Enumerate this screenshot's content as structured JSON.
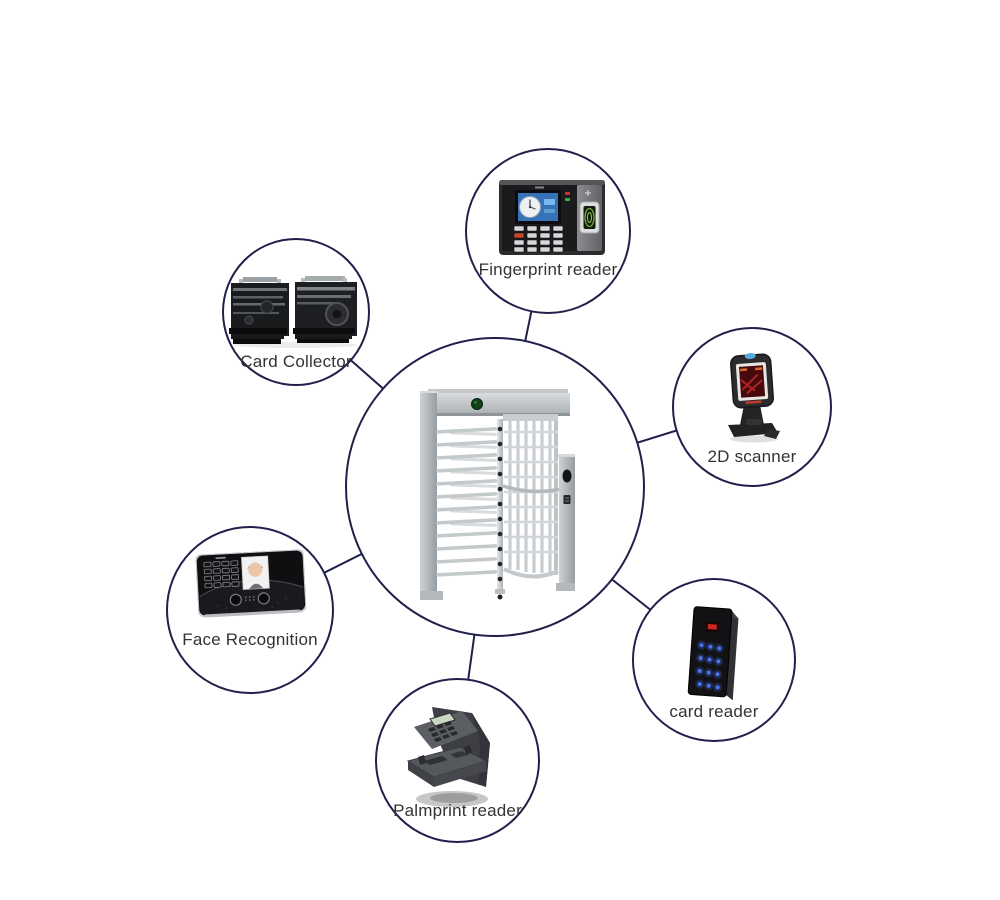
{
  "page": {
    "background_color": "#ffffff"
  },
  "diagram": {
    "colors": {
      "line-color": "#20204c",
      "label-color": "#333333",
      "bg": "#ffffff"
    },
    "center_node": {
      "id": "turnstile",
      "icon": "full-height-turnstile-image",
      "label": ""
    },
    "nodes": [
      {
        "id": "fingerprint-reader",
        "label": "Fingerprint reader",
        "icon": "fingerprint-reader-image"
      },
      {
        "id": "card-collector",
        "label": "Card Collector",
        "icon": "card-collector-image"
      },
      {
        "id": "scanner-2d",
        "label": "2D scanner",
        "icon": "2d-scanner-image"
      },
      {
        "id": "face-recognition",
        "label": "Face Recognition",
        "icon": "face-recognition-image"
      },
      {
        "id": "card-reader",
        "label": "card reader",
        "icon": "card-reader-image"
      },
      {
        "id": "palmprint-reader",
        "label": "Palmprint reader",
        "icon": "palmprint-reader-image"
      }
    ]
  }
}
